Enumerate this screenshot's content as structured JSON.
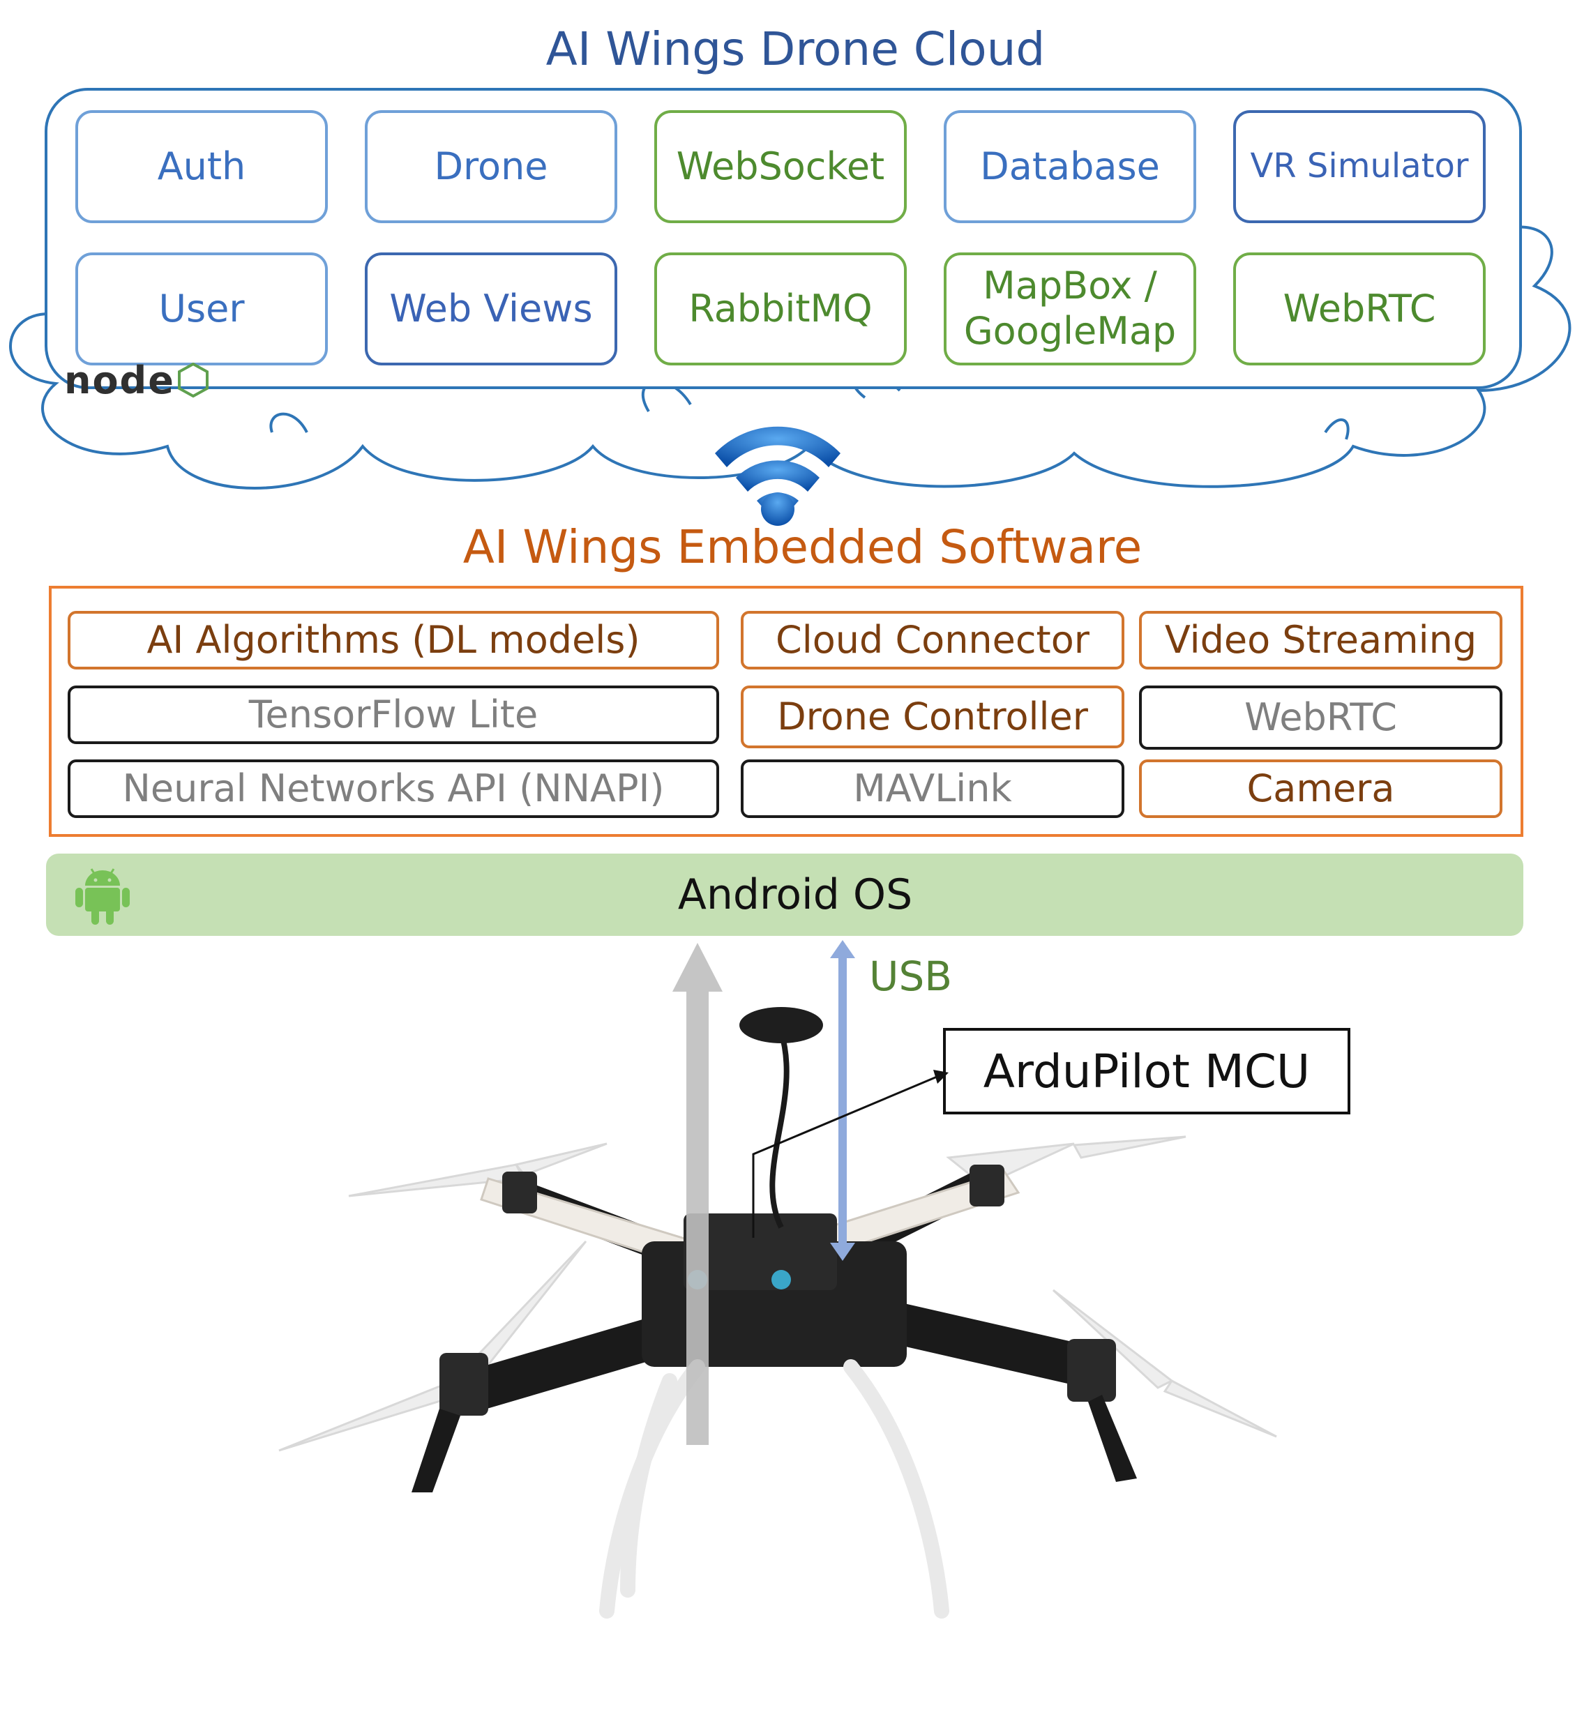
{
  "cloud": {
    "title": "AI Wings Drone Cloud",
    "row1": [
      "Auth",
      "Drone",
      "WebSocket",
      "Database",
      "VR Simulator"
    ],
    "row2": [
      "User",
      "Web Views",
      "RabbitMQ",
      "MapBox / GoogleMap",
      "WebRTC"
    ],
    "logo_text": "node"
  },
  "embedded": {
    "title": "AI Wings Embedded Software",
    "col1": [
      "AI Algorithms (DL models)",
      "TensorFlow Lite",
      "Neural Networks API (NNAPI)"
    ],
    "col2": [
      "Cloud Connector",
      "Drone Controller",
      "MAVLink"
    ],
    "col3": [
      "Video Streaming",
      "WebRTC",
      "Camera"
    ]
  },
  "android": {
    "label": "Android OS"
  },
  "usb_label": "USB",
  "mcu_label": "ArduPilot MCU",
  "colors": {
    "cloud_blue": "#2f5597",
    "embedded_orange": "#c55a11",
    "green": "#548235",
    "android_bar": "#c5e0b4"
  },
  "icons": [
    "wifi-icon",
    "android-icon",
    "nodejs-logo",
    "drone-photo"
  ]
}
